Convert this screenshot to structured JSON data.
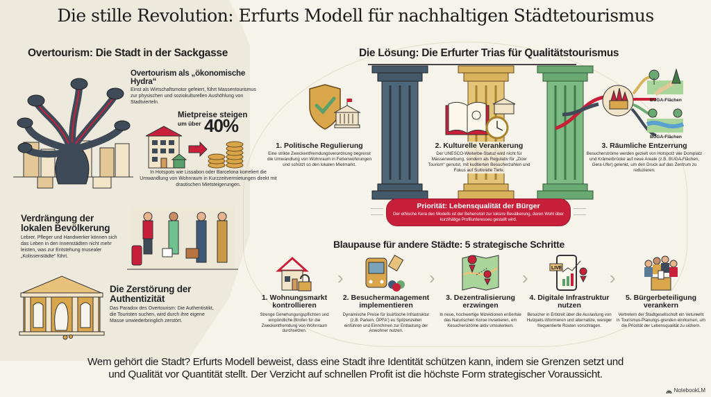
{
  "title": "Die stille Revolution: Erfurts Modell für nachhaltigen Städtetourismus",
  "colors": {
    "background": "#f6f3ea",
    "panel_left": "#ede9dd",
    "accent_red": "#c8203a",
    "pillar_blue": "#44596a",
    "pillar_gold": "#d9b25e",
    "pillar_green": "#6aaa72",
    "text": "#1f1f1f"
  },
  "problem": {
    "heading": "Overtourism: Die Stadt in der Sackgasse",
    "hydra": {
      "heading": "Overtourism als „ökonomische Hydra“",
      "text": "Einst als Wirtschaftsmotor gefeiert, führt Massentourismus zur physischen und soziokulturellen Aushöhlung von Stadtvierteln.",
      "icon": "hydra-over-city-icon"
    },
    "rent": {
      "label": "Mietpreise steigen",
      "sub": "um über",
      "value": "40%",
      "text": "In Hotspots wie Lissabon oder Barcelona korreliert die Umwandlung von Wohnraum in Kurzzeitvermietungen direkt mit drastischen Mietsteigerungen.",
      "icon": "house-to-coins-icon"
    },
    "displacement": {
      "heading": "Verdrängung der lokalen Bevölkerung",
      "text": "Lebrer, Pfleger und Handwerker können sich das Leben in den Innenstädten nicht mehr leisten, was zur Entstehung musealer „Kolissenstädte“ führt.",
      "icon": "workers-leaving-icon"
    },
    "authenticity": {
      "heading": "Die Zerstörung der Authentizität",
      "text": "Das Paradox des Overtourism: Die Authentistikt, die Touristen suchen, wird durch ihre eigene Masse unwiederbringlich zerstört.",
      "icon": "crumbling-temple-icon"
    }
  },
  "solution": {
    "heading": "Die Lösung: Die Erfurter Trias für Qualitätstourismus",
    "pillars": [
      {
        "title": "1. Politische Regulierung",
        "text": "Eine strikte Zweckentfremdungsverordnung begrenst die Umwandlung von Wohnraum in Ferienwohnungen und schützt so den lokalen Mietmarkt.",
        "icon": "shield-check-icon"
      },
      {
        "title": "2. Kulturelle Verankerung",
        "text": "Der UNESCO-Weiterbe-Statuz wird nicht für Massenwerbung, sondern als Regulativ für „Ziow Tourism“ genutst, mit kudtierten Besucherzahlen und Fokus auf Sultorelle Tiefe.",
        "icon": "book-clock-icon"
      },
      {
        "title": "3. Räumliche Entzerrung",
        "text": "Besucherströme werden gezielt von Hotspotz wie Domplatz und Krämerbrücke auf neue Areale (z.B. BUGA-Flächen, Gera-Ufer) gelenkt, um den Druck auf das Zentrum zu reduzieren.",
        "icon": "flow-arrows-icon"
      }
    ],
    "buga_labels": [
      "BUGA-Flächen",
      "BUGA-Flächen"
    ],
    "priority": {
      "title": "Priorität: Lebensqualität der Bürger",
      "text": "Der ethische Kera dec Modells ist der Behenotoit zur Ioksire Bevälkerung, deren Wohl über kurzihätige Profilunteresseu gestallt wird."
    }
  },
  "blueprint": {
    "heading": "Blaupause für andere Städte: 5 strategische Schritte",
    "steps": [
      {
        "title": "1. Wohnungsmarkt kontrollieren",
        "text": "Strenge Genehungungspflichten und empöndliche Btrofen für die Zweckentfremdung von Wohnraum durchsetzen.",
        "icon": "house-lock-icon"
      },
      {
        "title": "2. Besuchermanagement implementieren",
        "text": "Dynamische Preise für louirtische Infrastruktur (z.B. Parken, ÖPFA') eu Spitzenzelten einführen und Einnchmen zur Entlastung der Anwohner nutzen.",
        "icon": "bus-price-tag-icon"
      },
      {
        "title": "3. Dezentralisierung erzwingen",
        "text": "In neue, hochwertige Mizektionen enßerlsie das Naturischen Koroe invsetieren, em Kesuchersizöme aktiv umsulenken.",
        "icon": "map-pins-icon"
      },
      {
        "title": "4. Digitale Infrastruktur nutzen",
        "text": "Besucher in Erbtzeit über die Auslastung von Hutzpets informieren und alternatize, weniger frequentierte Routen vorschlagen.",
        "icon": "phone-live-icon"
      },
      {
        "title": "5. Bürgerbeteiligung verankern",
        "text": "Vertretern der Stadtgesellschoft ein Vetureeht in Tourismus-Planungs-grenden einrkumen, um die Priorität der Lebensqualität zu sichern.",
        "icon": "ballot-box-citizens-icon"
      }
    ]
  },
  "conclusion": {
    "line1": "Wem gehört die Stadt? Erfurts Modell beweist, dass eine Stadt ihre Identität schützen kann, indem sie Grenzen setzt und",
    "line2": "und Qualität vor Quantität stellt. Der Verzicht auf schnellen Profit ist die höchste Form strategischer Voraussicht."
  },
  "branding": {
    "label": "NotebookLM",
    "icon": "notebooklm-logo-icon"
  }
}
